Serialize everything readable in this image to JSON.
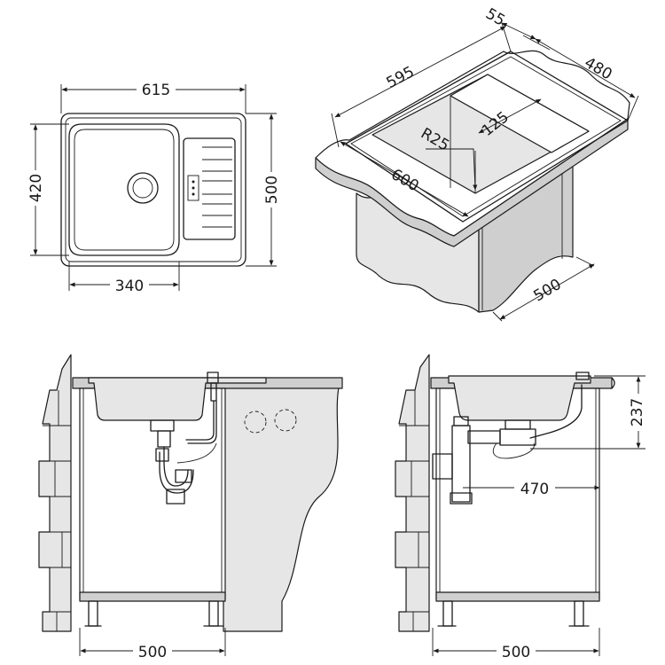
{
  "top_view": {
    "overall_width": "615",
    "overall_depth": "500",
    "bowl_depth": "420",
    "bowl_width": "340"
  },
  "iso_view": {
    "length": "595",
    "lip": "55",
    "depth": "480",
    "bowl_height": "125",
    "corner_radius": "R25",
    "cabinet_width": "600",
    "cabinet_depth": "500"
  },
  "front_view": {
    "cabinet_width": "500"
  },
  "side_view": {
    "height": "237",
    "drain_offset": "470",
    "cabinet_width": "500"
  },
  "colors": {
    "line": "#1a1a1a",
    "fill_light": "#e6e6e6",
    "fill_dark": "#cfcfcf"
  }
}
